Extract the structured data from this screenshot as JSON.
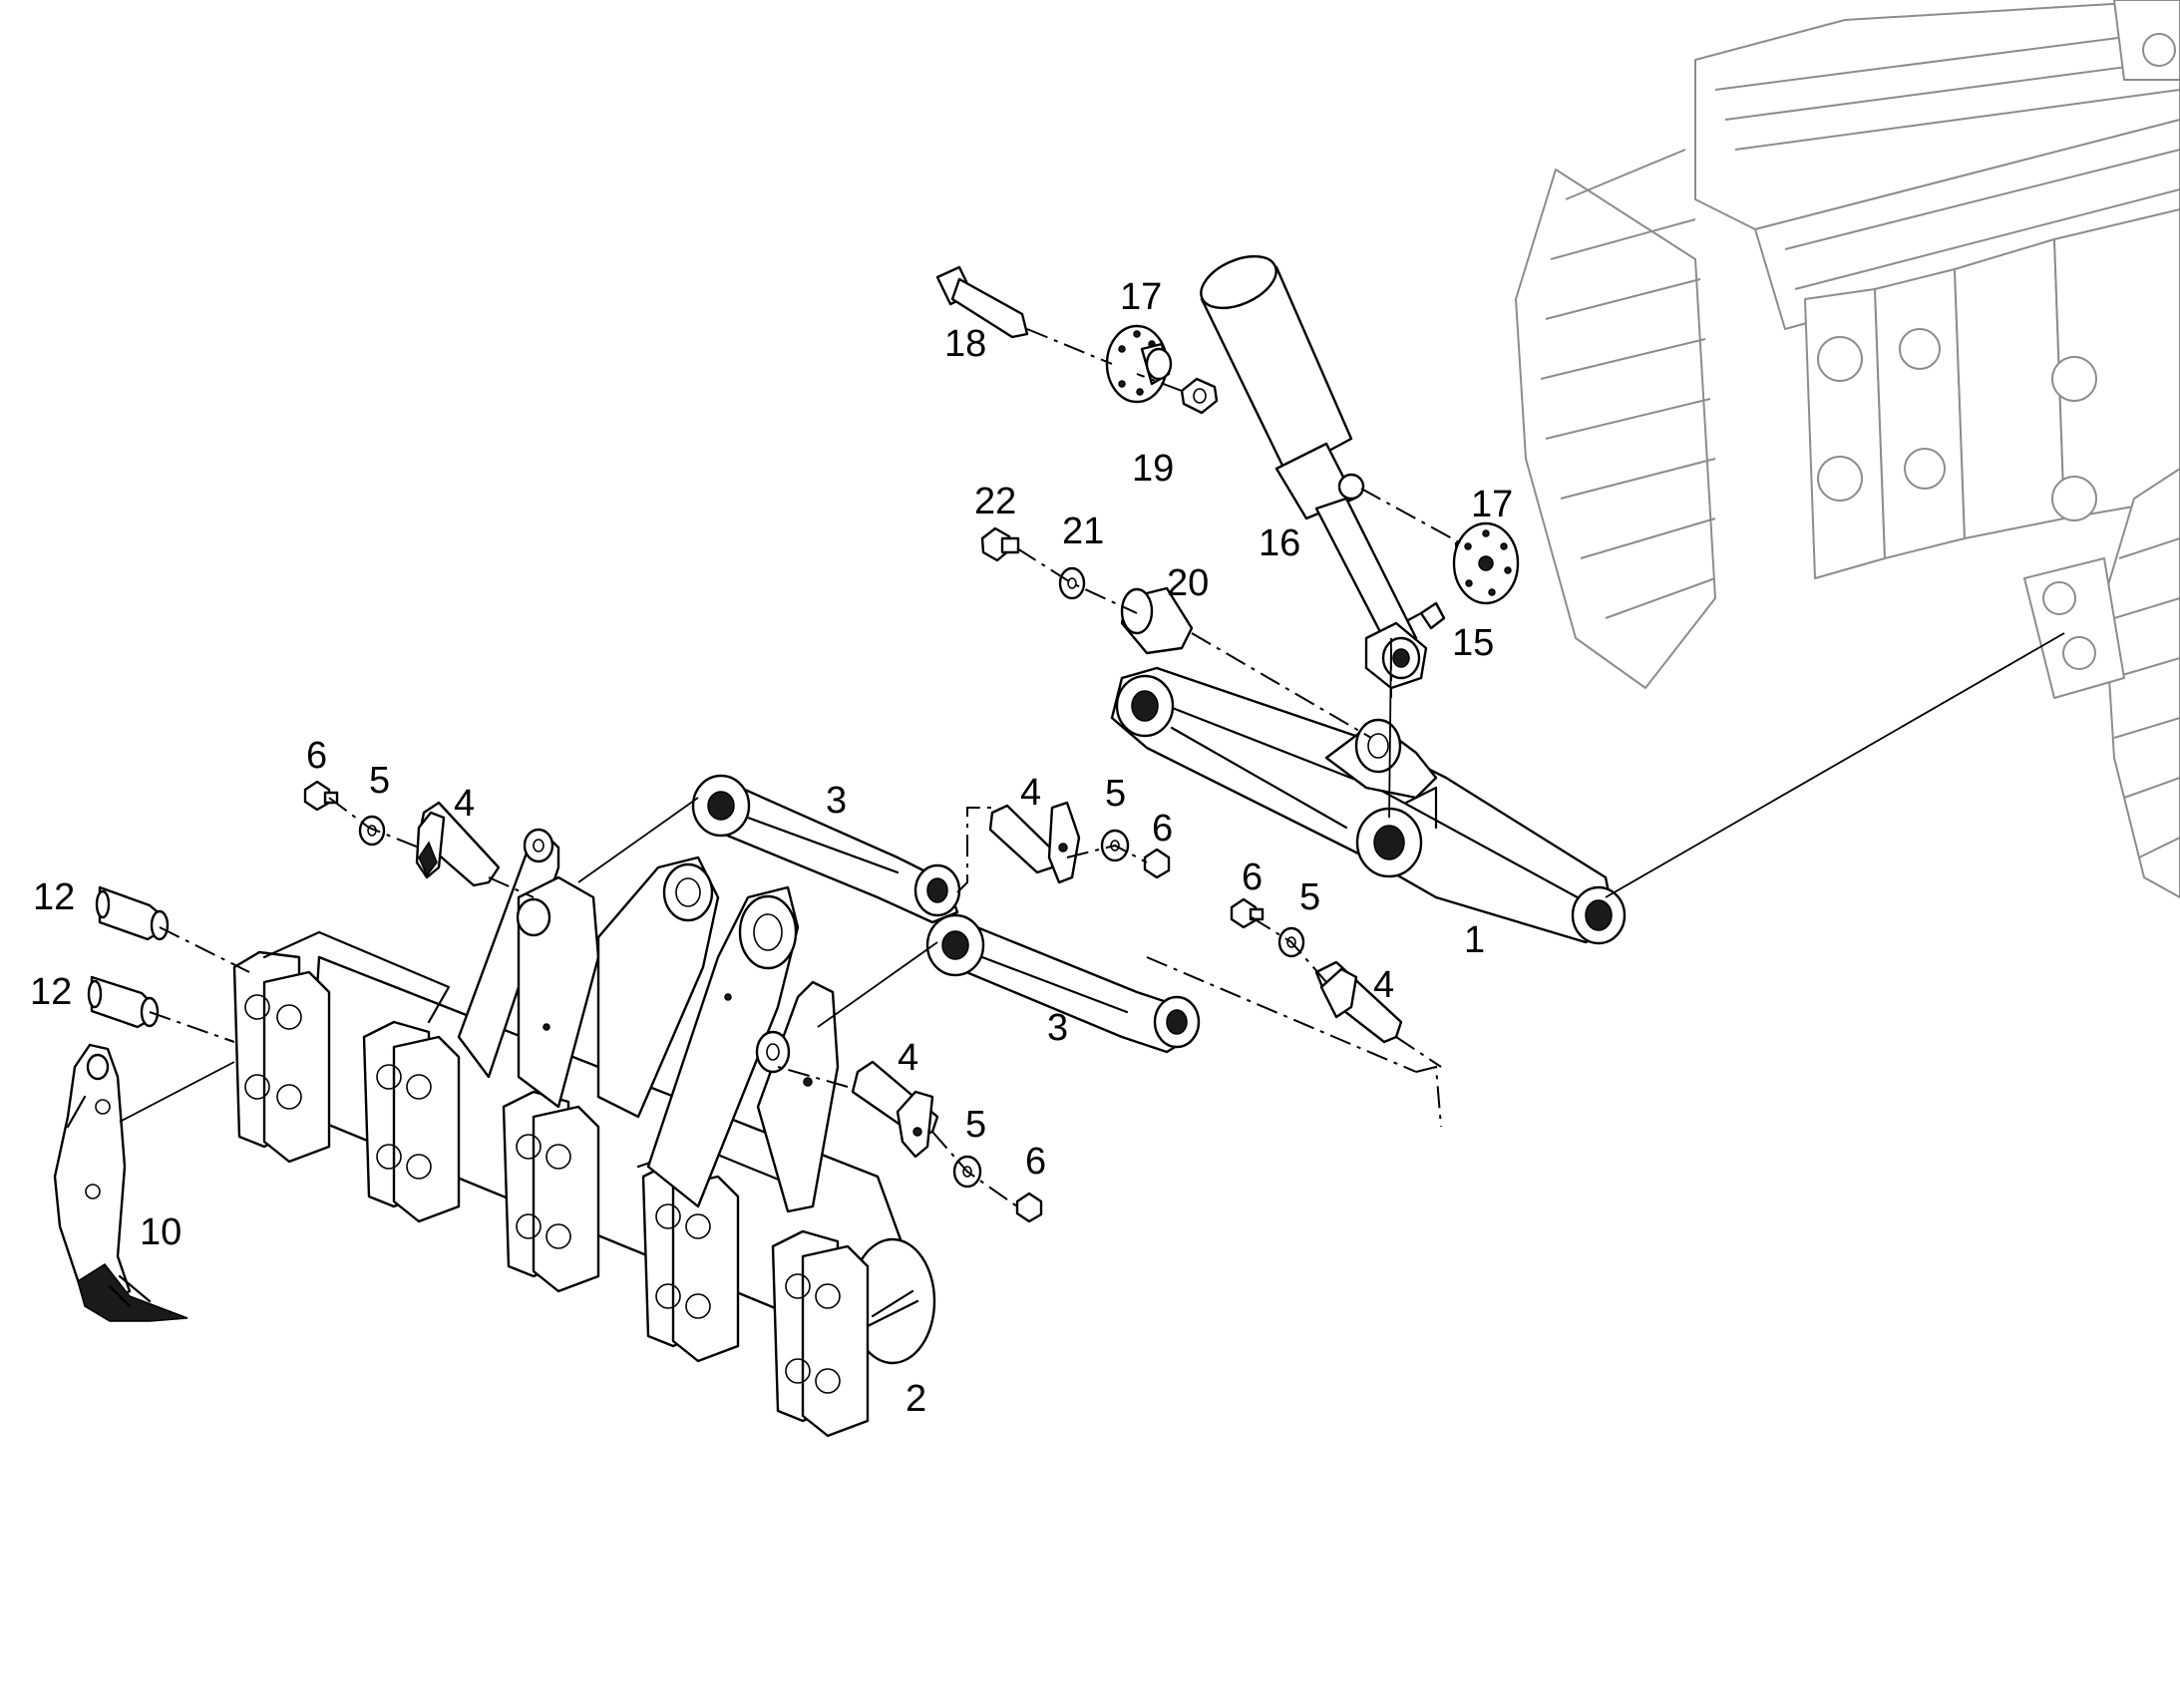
{
  "callouts": {
    "c1": "1",
    "c2": "2",
    "c3a": "3",
    "c3b": "3",
    "c4a": "4",
    "c4b": "4",
    "c4c": "4",
    "c4d": "4",
    "c5a": "5",
    "c5b": "5",
    "c5c": "5",
    "c5d": "5",
    "c6a": "6",
    "c6b": "6",
    "c6c": "6",
    "c6d": "6",
    "c10": "10",
    "c12a": "12",
    "c12b": "12",
    "c15": "15",
    "c16": "16",
    "c17a": "17",
    "c17b": "17",
    "c18": "18",
    "c19": "19",
    "c20": "20",
    "c21": "21",
    "c22": "22"
  }
}
